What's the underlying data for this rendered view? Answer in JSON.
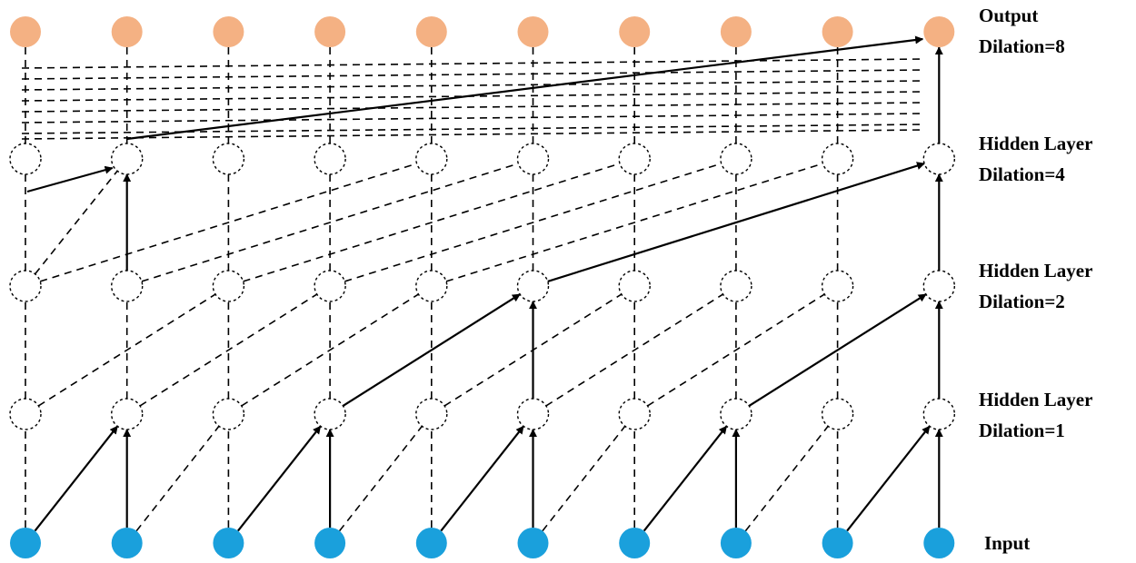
{
  "colors": {
    "input_node": "#1aa0dc",
    "output_node": "#f4b183",
    "hidden_node": "#ffffff",
    "edge": "#000000"
  },
  "nodes_per_layer": 10,
  "labels": {
    "output": {
      "line1": "Output",
      "line2": "Dilation=8"
    },
    "hidden3": {
      "line1": "Hidden Layer",
      "line2": "Dilation=4"
    },
    "hidden2": {
      "line1": "Hidden Layer",
      "line2": "Dilation=2"
    },
    "hidden1": {
      "line1": "Hidden Layer",
      "line2": "Dilation=1"
    },
    "input": {
      "line1": "Input"
    }
  },
  "layers": [
    {
      "name": "input",
      "dilation": null,
      "style": "filled"
    },
    {
      "name": "hidden1",
      "dilation": 1,
      "style": "dashed"
    },
    {
      "name": "hidden2",
      "dilation": 2,
      "style": "dashed"
    },
    {
      "name": "hidden3",
      "dilation": 4,
      "style": "dashed"
    },
    {
      "name": "output",
      "dilation": 8,
      "style": "filled"
    }
  ]
}
